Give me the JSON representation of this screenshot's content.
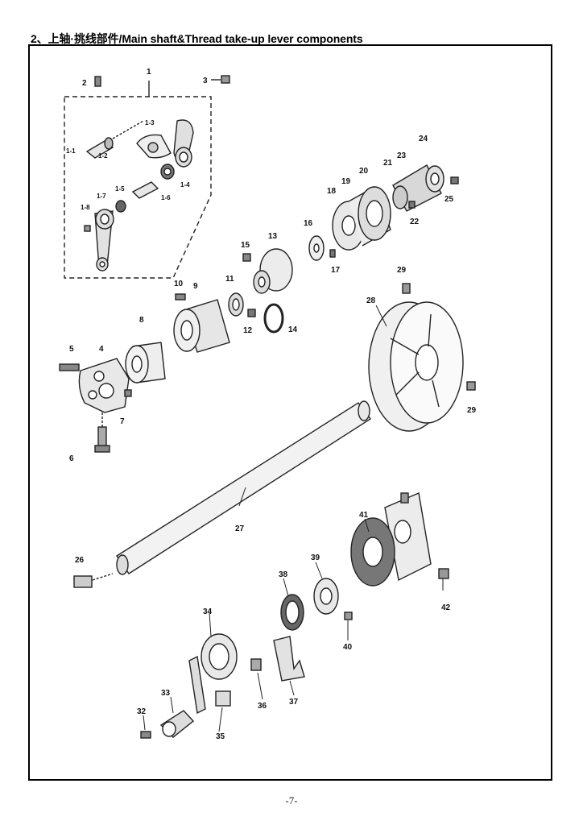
{
  "page": {
    "title": "2、上轴·挑线部件/Main shaft&Thread take-up lever components",
    "page_number": "-7-"
  },
  "callouts": [
    "1",
    "1-1",
    "1-2",
    "1-3",
    "1-4",
    "1-5",
    "1-6",
    "1-7",
    "1-8",
    "2",
    "3",
    "4",
    "5",
    "6",
    "7",
    "8",
    "9",
    "10",
    "11",
    "12",
    "13",
    "14",
    "15",
    "16",
    "17",
    "18",
    "19",
    "20",
    "21",
    "22",
    "23",
    "24",
    "25",
    "26",
    "27",
    "28",
    "29",
    "29",
    "32",
    "33",
    "34",
    "35",
    "36",
    "37",
    "38",
    "39",
    "40",
    "41",
    "42"
  ]
}
